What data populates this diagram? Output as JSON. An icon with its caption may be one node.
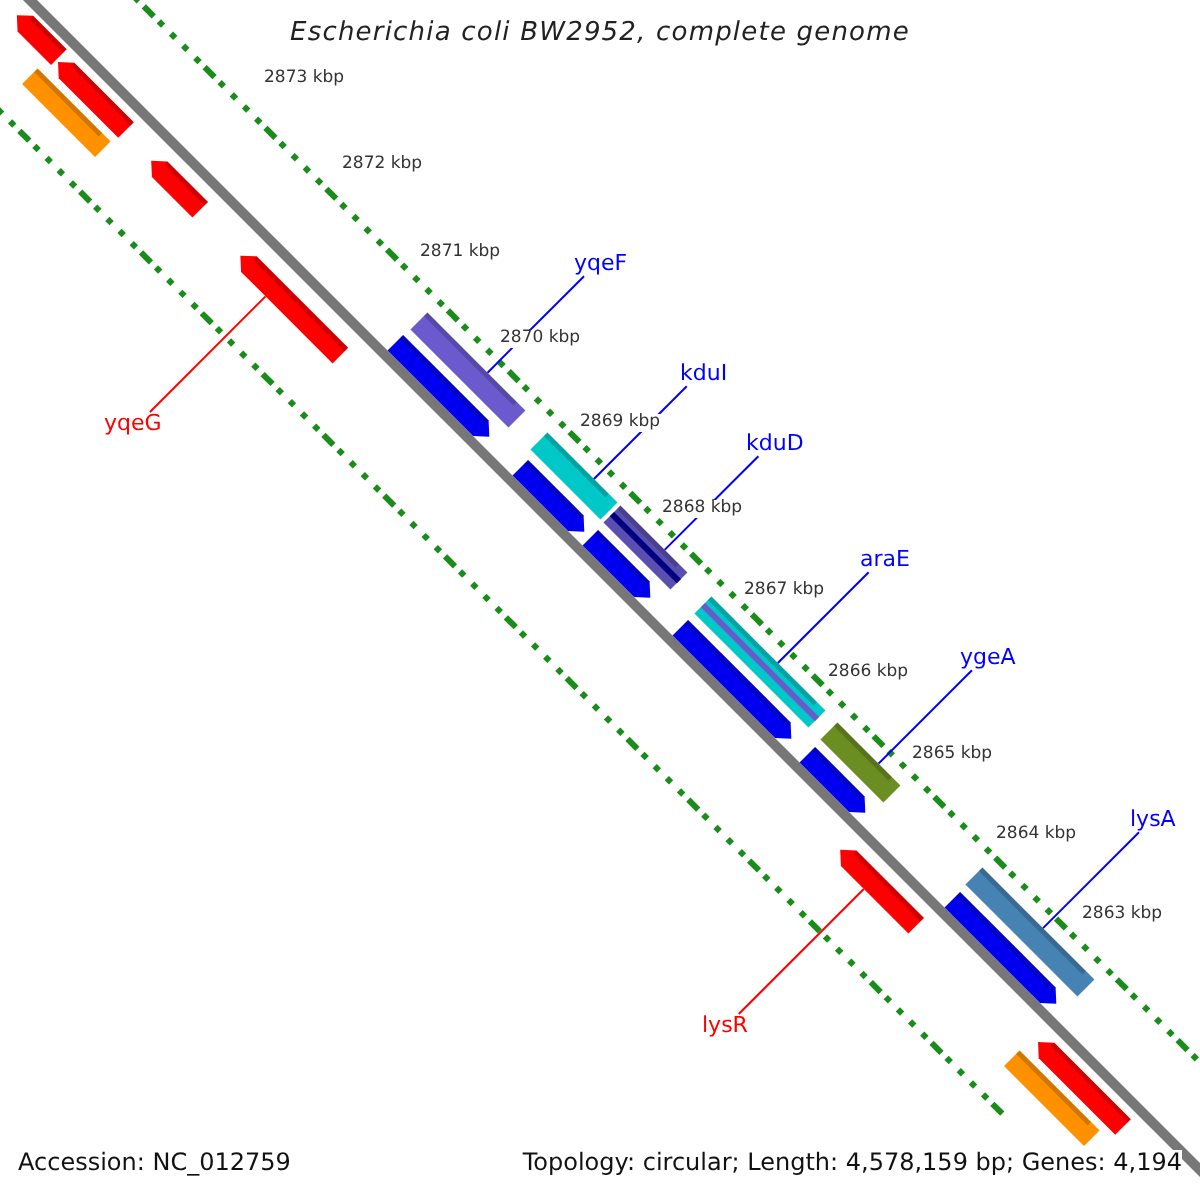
{
  "diagram": {
    "title": "Escherichia coli BW2952, complete genome",
    "nodes": [
      {
        "text": [
          "yqeF"
        ]
      },
      {
        "text": [
          "kduI"
        ]
      },
      {
        "text": [
          "yqeG"
        ]
      },
      {
        "text": [
          "kduD"
        ]
      },
      {
        "text": [
          "araE"
        ]
      },
      {
        "text": [
          "ygeA"
        ]
      },
      {
        "text": [
          "lysA"
        ]
      },
      {
        "text": [
          "lysR"
        ]
      },
      {
        "text": [],
        "shape": "arrow"
      },
      {
        "text": [],
        "shape": "bar"
      },
      {
        "text": [],
        "shape": "arrow"
      },
      {
        "text": [],
        "shape": "arrow"
      },
      {
        "text": [],
        "shape": "arrow"
      },
      {
        "text": [],
        "shape": "arrow"
      },
      {
        "text": [],
        "shape": "bar"
      },
      {
        "text": [],
        "shape": "bar"
      },
      {
        "text": [],
        "shape": "arrow"
      },
      {
        "text": [],
        "shape": "arrow"
      },
      {
        "text": [],
        "shape": "bar"
      },
      {
        "text": [],
        "shape": "arrow"
      },
      {
        "text": [],
        "shape": "bar"
      },
      {
        "text": [],
        "shape": "bar"
      },
      {
        "text": [],
        "shape": "arrow"
      },
      {
        "text": [],
        "shape": "arrow"
      },
      {
        "text": [],
        "shape": "bar"
      },
      {
        "text": [],
        "shape": "arrow"
      },
      {
        "text": [],
        "shape": "bar"
      },
      {
        "text": [],
        "shape": "arrow"
      }
    ],
    "edges": [
      {
        "from": 0,
        "to": 14,
        "arrow": "none"
      },
      {
        "from": 1,
        "to": 15,
        "arrow": "none"
      },
      {
        "from": 2,
        "to": 12,
        "arrow": "none",
        "color": "#ff0000"
      },
      {
        "from": 3,
        "to": 18,
        "arrow": "none"
      },
      {
        "from": 4,
        "to": 20,
        "arrow": "none"
      },
      {
        "from": 5,
        "to": 21,
        "arrow": "none"
      },
      {
        "from": 6,
        "to": 24,
        "arrow": "none"
      },
      {
        "from": 7,
        "to": 23,
        "arrow": "none",
        "color": "#ff0000"
      }
    ],
    "labels": [
      "2873 kbp",
      "2872 kbp",
      "2871 kbp",
      "2870 kbp",
      "2869 kbp",
      "2868 kbp",
      "2867 kbp",
      "2866 kbp",
      "2865 kbp",
      "2864 kbp",
      "2863 kbp",
      "Accession: NC_012759",
      "Topology: circular; Length: 4,578,159 bp; Genes: 4,194"
    ]
  }
}
